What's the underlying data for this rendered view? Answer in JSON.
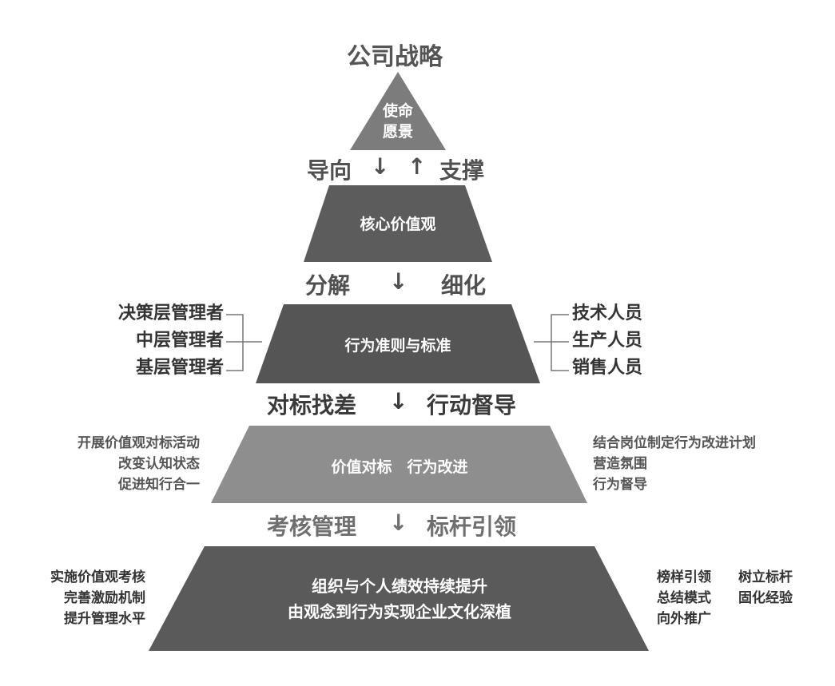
{
  "title": "公司战略",
  "tiers": [
    {
      "id": "mission",
      "lines": [
        "使命",
        "愿景"
      ],
      "color": "#7c7c7c"
    },
    {
      "id": "values",
      "lines": [
        "核心价值观"
      ],
      "color": "#5c5c5c"
    },
    {
      "id": "norms",
      "lines": [
        "行为准则与标准"
      ],
      "color": "#555555"
    },
    {
      "id": "benchmark",
      "lines": [
        "价值对标　行为改进"
      ],
      "color": "#8e8e8e"
    },
    {
      "id": "performance",
      "lines": [
        "组织与个人绩效持续提升",
        "由观念到行为实现企业文化深植"
      ],
      "color": "#5a5a5a"
    }
  ],
  "connectors": [
    {
      "left": "导向",
      "down": "↓",
      "up": "↑",
      "right": "支撑"
    },
    {
      "left": "分解",
      "down": "↓",
      "right": "细化"
    },
    {
      "left": "对标找差",
      "down": "↓",
      "right": "行动督导"
    },
    {
      "left": "考核管理",
      "down": "↓",
      "right": "标杆引领"
    }
  ],
  "sides": {
    "norms_left": [
      "决策层管理者",
      "中层管理者",
      "基层管理者"
    ],
    "norms_right": [
      "技术人员",
      "生产人员",
      "销售人员"
    ],
    "benchmark_left": [
      "开展价值观对标活动",
      "改变认知状态",
      "促进知行合一"
    ],
    "benchmark_right": [
      "结合岗位制定行为改进计划",
      "营造氛围",
      "行为督导"
    ],
    "perf_left": [
      "实施价值观考核",
      "完善激励机制",
      "提升管理水平"
    ],
    "perf_right_col1": [
      "榜样引领",
      "总结模式",
      "向外推广"
    ],
    "perf_right_col2": [
      "树立标杆",
      "固化经验"
    ]
  }
}
